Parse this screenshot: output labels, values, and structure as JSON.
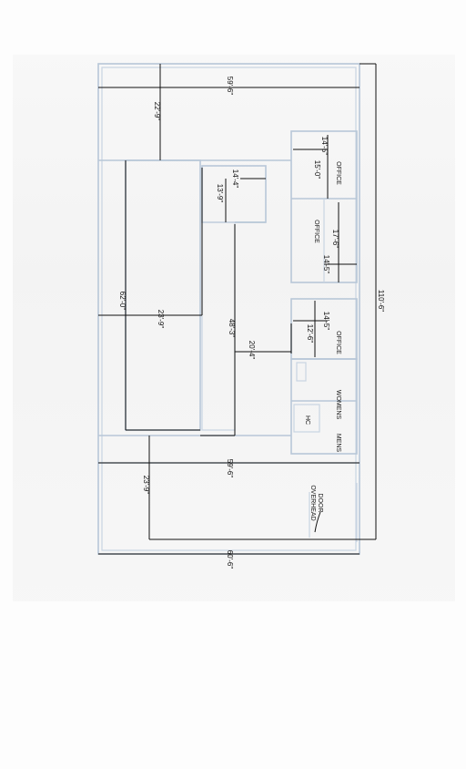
{
  "dimensions": {
    "top_width": "59'-6\"",
    "upper_depth": "22'-9\"",
    "overall_length": "110'-6\"",
    "large_room_length": "62'-0\"",
    "large_room_width": "23'-9\"",
    "hall_length": "48'-3\"",
    "hall_width": "20'-4\"",
    "small_room_a": "13'-9\"",
    "small_room_b": "14'-4\"",
    "office1_depth": "15'-0\"",
    "office1_width": "14'-5\"",
    "office2_depth": "17'-6\"",
    "office2_width": "14'-5\"",
    "office3_depth": "12'-6\"",
    "office3_width": "14'-5\"",
    "mid_width": "59'-6\"",
    "lower_depth": "23'-9\"",
    "bottom_width": "60'-6\""
  },
  "rooms": {
    "office_1": "OFFICE",
    "office_2": "OFFICE",
    "office_3": "OFFICE",
    "womens": "WOMENS",
    "mens": "MENS",
    "hc": "HC",
    "overhead_door_line1": "OVERHEAD",
    "overhead_door_line2": "DOOR"
  }
}
